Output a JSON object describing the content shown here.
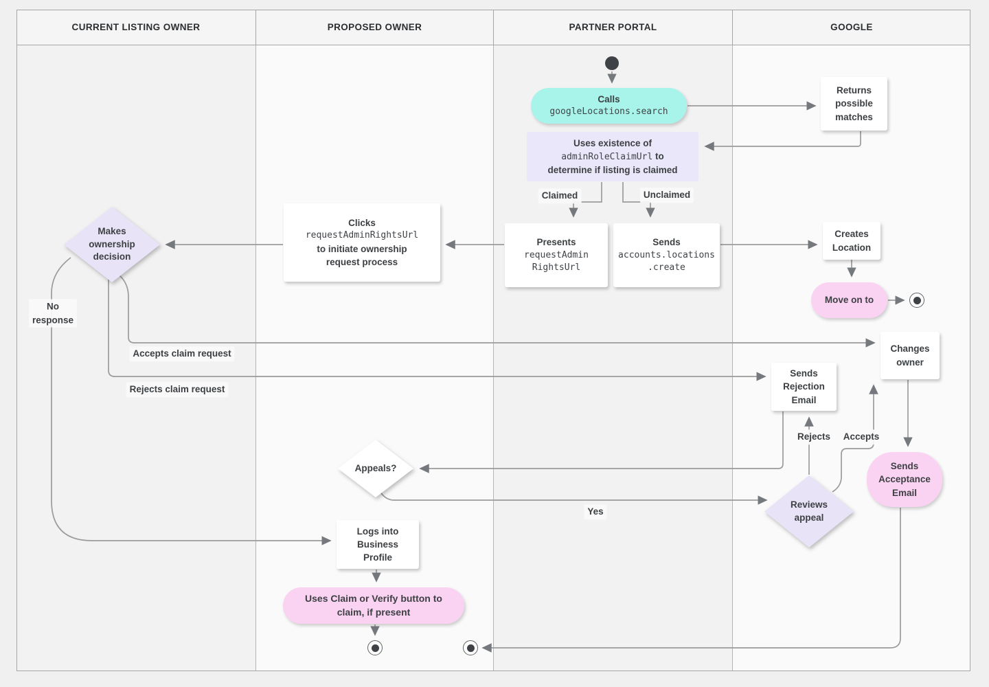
{
  "lanes": [
    {
      "label": "CURRENT LISTING OWNER"
    },
    {
      "label": "PROPOSED OWNER"
    },
    {
      "label": "PARTNER PORTAL"
    },
    {
      "label": "GOOGLE"
    }
  ],
  "nodes": {
    "calls": {
      "title": "Calls",
      "code": "googleLocations.search"
    },
    "returns": {
      "text": "Returns\npossible\nmatches"
    },
    "uses": {
      "line1": "Uses existence of",
      "code": "adminRoleClaimUrl",
      "line2_suffix": " to",
      "line3": "determine if listing is claimed"
    },
    "presents": {
      "title": "Presents",
      "code": "requestAdmin\nRightsUrl"
    },
    "sends_create": {
      "title": "Sends",
      "code": "accounts.locations\n.create"
    },
    "creates_location": {
      "text": "Creates\nLocation"
    },
    "move_on": {
      "text": "Move on to"
    },
    "clicks": {
      "title": "Clicks",
      "code": "requestAdminRightsUrl",
      "suffix": "to initiate ownership\nrequest process"
    },
    "makes_decision": {
      "text": "Makes\nownership\ndecision"
    },
    "changes_owner": {
      "text": "Changes\nowner"
    },
    "rejection_email": {
      "text": "Sends\nRejection\nEmail"
    },
    "appeals": {
      "text": "Appeals?"
    },
    "reviews_appeal": {
      "text": "Reviews\nappeal"
    },
    "acceptance_email": {
      "text": "Sends\nAcceptance\nEmail"
    },
    "logs_in": {
      "text": "Logs into\nBusiness\nProfile"
    },
    "claim_verify": {
      "text": "Uses Claim or Verify button to\nclaim, if present"
    }
  },
  "edge_labels": {
    "claimed": "Claimed",
    "unclaimed": "Unclaimed",
    "no_response": "No\nresponse",
    "accepts_claim": "Accepts claim request",
    "rejects_claim": "Rejects claim request",
    "rejects": "Rejects",
    "accepts": "Accepts",
    "yes": "Yes"
  },
  "colors": {
    "cyan_pill": "#a9f4ea",
    "lavender": "#ebe7fa",
    "pink_pill": "#fbd3f2",
    "line": "#9b9b9b",
    "arrowhead": "#75797e",
    "text": "#3c4043",
    "lane_shade": "#f2f2f3",
    "lane_light": "#fafafa"
  }
}
